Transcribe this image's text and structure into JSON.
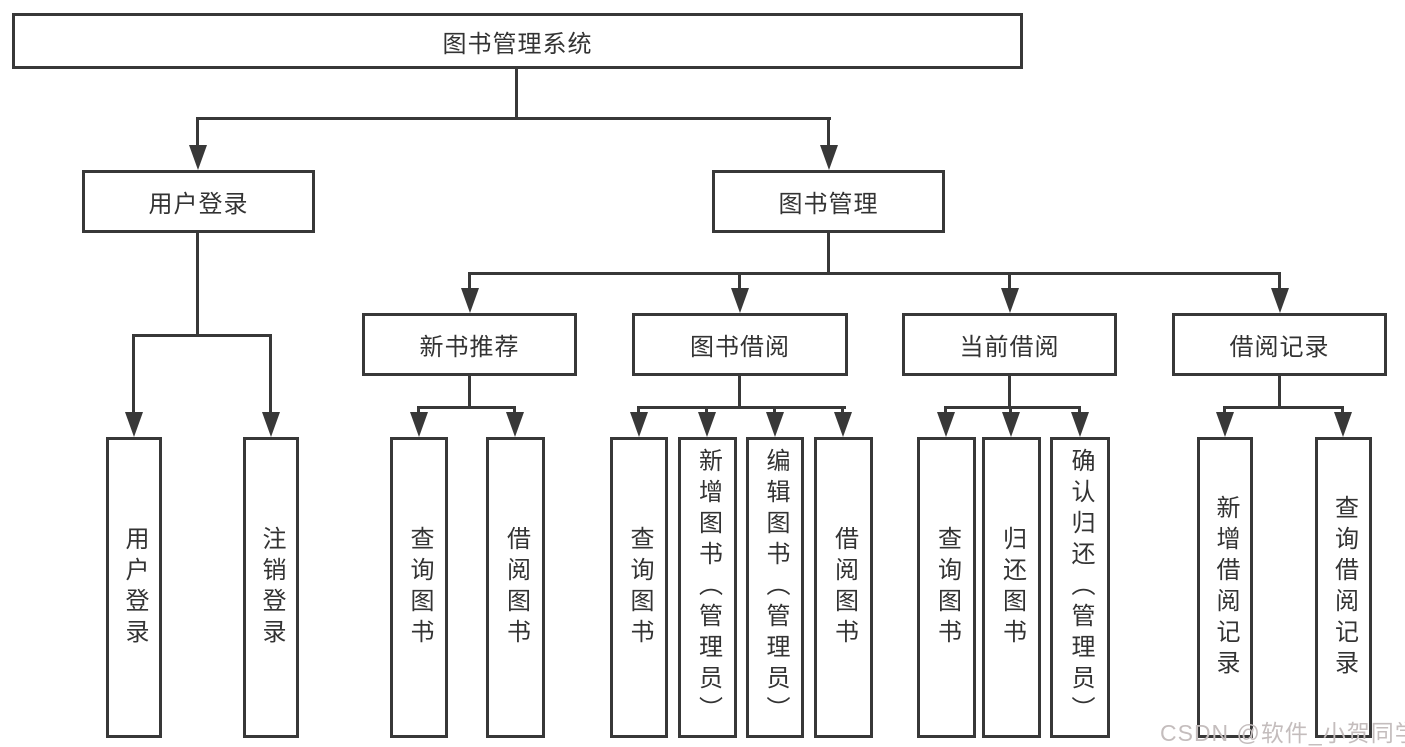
{
  "diagram": {
    "title_node": {
      "label": "图书管理系统"
    },
    "level2": [
      {
        "label": "用户登录"
      },
      {
        "label": "图书管理"
      }
    ],
    "level3": [
      {
        "label": "新书推荐"
      },
      {
        "label": "图书借阅"
      },
      {
        "label": "当前借阅"
      },
      {
        "label": "借阅记录"
      }
    ],
    "leaves": {
      "user_login": [
        {
          "label": "用户登录"
        },
        {
          "label": "注销登录"
        }
      ],
      "new_book": [
        {
          "label": "查询图书"
        },
        {
          "label": "借阅图书"
        }
      ],
      "book_borrow": [
        {
          "label": "查询图书"
        },
        {
          "label": "新增图书（管理员）"
        },
        {
          "label": "编辑图书（管理员）"
        },
        {
          "label": "借阅图书"
        }
      ],
      "current_borrow": [
        {
          "label": "查询图书"
        },
        {
          "label": "归还图书"
        },
        {
          "label": "确认归还（管理员）"
        }
      ],
      "borrow_record": [
        {
          "label": "新增借阅记录"
        },
        {
          "label": "查询借阅记录"
        }
      ]
    },
    "colors": {
      "line": "#383838",
      "box_background": "#ffffff",
      "text": "#333333",
      "watermark": "#c4bdbd"
    }
  },
  "watermark": {
    "text": "CSDN @软件_小贺同学"
  }
}
